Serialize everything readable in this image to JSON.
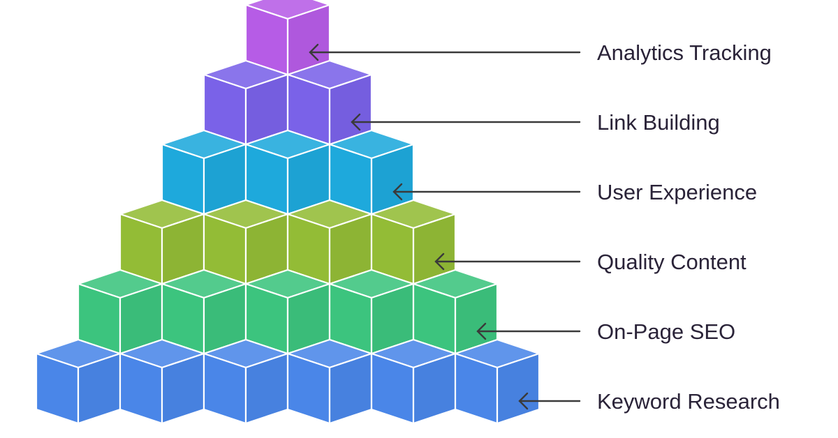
{
  "title": "",
  "levels": [
    {
      "label": "Analytics Tracking",
      "cubes": 1,
      "color": "#B65CE6"
    },
    {
      "label": "Link Building",
      "cubes": 2,
      "color": "#7A62E8"
    },
    {
      "label": "User Experience",
      "cubes": 3,
      "color": "#1EA9DC"
    },
    {
      "label": "Quality Content",
      "cubes": 4,
      "color": "#93BC36"
    },
    {
      "label": "On-Page SEO",
      "cubes": 5,
      "color": "#3CC47E"
    },
    {
      "label": "Keyword Research",
      "cubes": 6,
      "color": "#4A86E8"
    }
  ],
  "colors": {
    "label_text": "#2a2338",
    "arrow": "#3a3a3a",
    "edge": "#ffffff"
  },
  "arrow_icon": "arrow-left-icon"
}
